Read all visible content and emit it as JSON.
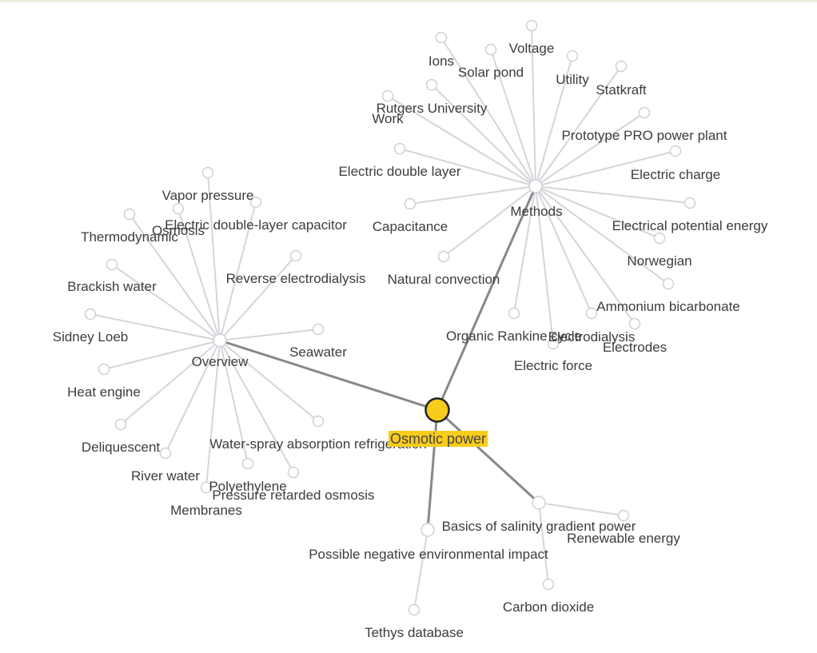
{
  "graph": {
    "center": {
      "id": "osmotic-power",
      "label": "Osmotic power",
      "color": "#f8cc1b"
    },
    "hubs": [
      {
        "id": "methods",
        "label": "Methods"
      },
      {
        "id": "overview",
        "label": "Overview"
      },
      {
        "id": "basics",
        "label": "Basics of salinity gradient power"
      },
      {
        "id": "possible-negative",
        "label": "Possible negative environmental impact"
      }
    ],
    "leaves": [
      {
        "id": "voltage",
        "label": "Voltage",
        "hub": "methods"
      },
      {
        "id": "ions",
        "label": "Ions",
        "hub": "methods"
      },
      {
        "id": "solar-pond",
        "label": "Solar pond",
        "hub": "methods"
      },
      {
        "id": "utility",
        "label": "Utility",
        "hub": "methods"
      },
      {
        "id": "statkraft",
        "label": "Statkraft",
        "hub": "methods"
      },
      {
        "id": "rutgers",
        "label": "Rutgers University",
        "hub": "methods"
      },
      {
        "id": "work",
        "label": "Work",
        "hub": "methods"
      },
      {
        "id": "prototype",
        "label": "Prototype PRO power plant",
        "hub": "methods"
      },
      {
        "id": "edl",
        "label": "Electric double layer",
        "hub": "methods"
      },
      {
        "id": "electric-charge",
        "label": "Electric charge",
        "hub": "methods"
      },
      {
        "id": "capacitance",
        "label": "Capacitance",
        "hub": "methods"
      },
      {
        "id": "epe",
        "label": "Electrical potential energy",
        "hub": "methods"
      },
      {
        "id": "norwegian",
        "label": "Norwegian",
        "hub": "methods"
      },
      {
        "id": "natural-convection",
        "label": "Natural convection",
        "hub": "methods"
      },
      {
        "id": "ammonium",
        "label": "Ammonium bicarbonate",
        "hub": "methods"
      },
      {
        "id": "organic-rankine",
        "label": "Organic Rankine cycle",
        "hub": "methods"
      },
      {
        "id": "electrodialysis",
        "label": "Electrodialysis",
        "hub": "methods"
      },
      {
        "id": "electrodes",
        "label": "Electrodes",
        "hub": "methods"
      },
      {
        "id": "electric-force",
        "label": "Electric force",
        "hub": "methods"
      },
      {
        "id": "vapor-pressure",
        "label": "Vapor pressure",
        "hub": "overview"
      },
      {
        "id": "osmosis",
        "label": "Osmosis",
        "hub": "overview"
      },
      {
        "id": "edlc",
        "label": "Electric double-layer capacitor",
        "hub": "overview"
      },
      {
        "id": "thermodynamic",
        "label": "Thermodynamic",
        "hub": "overview"
      },
      {
        "id": "reverse-ed",
        "label": "Reverse electrodialysis",
        "hub": "overview"
      },
      {
        "id": "brackish",
        "label": "Brackish water",
        "hub": "overview"
      },
      {
        "id": "sidney",
        "label": "Sidney Loeb",
        "hub": "overview"
      },
      {
        "id": "seawater",
        "label": "Seawater",
        "hub": "overview"
      },
      {
        "id": "heat-engine",
        "label": "Heat engine",
        "hub": "overview"
      },
      {
        "id": "deliquescent",
        "label": "Deliquescent",
        "hub": "overview"
      },
      {
        "id": "water-spray",
        "label": "Water-spray absorption refrigeration",
        "hub": "overview"
      },
      {
        "id": "river-water",
        "label": "River water",
        "hub": "overview"
      },
      {
        "id": "polyethylene",
        "label": "Polyethylene",
        "hub": "overview"
      },
      {
        "id": "pro",
        "label": "Pressure retarded osmosis",
        "hub": "overview"
      },
      {
        "id": "membranes",
        "label": "Membranes",
        "hub": "overview"
      },
      {
        "id": "renewable",
        "label": "Renewable energy",
        "hub": "basics"
      },
      {
        "id": "carbon-dioxide",
        "label": "Carbon dioxide",
        "hub": "basics"
      },
      {
        "id": "tethys",
        "label": "Tethys database",
        "hub": "possible-negative"
      }
    ]
  }
}
